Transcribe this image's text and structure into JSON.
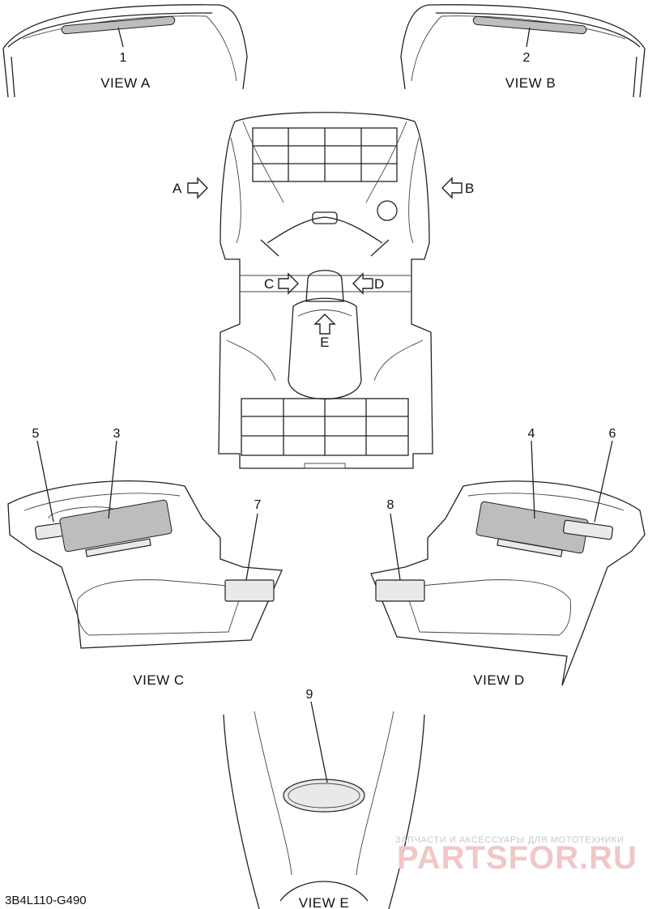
{
  "views": {
    "a": "VIEW A",
    "b": "VIEW B",
    "c": "VIEW C",
    "d": "VIEW D",
    "e": "VIEW E"
  },
  "direction_markers": {
    "a": "A",
    "b": "B",
    "c": "C",
    "d": "D",
    "e": "E"
  },
  "callouts": [
    "1",
    "2",
    "3",
    "4",
    "5",
    "6",
    "7",
    "8",
    "9"
  ],
  "diagram_code": "3B4L110-G490",
  "watermark": {
    "tagline": "ЗАПЧАСТИ И АКСЕССУАРЫ ДЛЯ МОТОТЕХНИКИ",
    "brand": "PARTSFOR.RU"
  },
  "colors": {
    "line": "#222222",
    "watermark_brand": "#f0c7c7",
    "watermark_tagline": "#c9c9c9"
  }
}
